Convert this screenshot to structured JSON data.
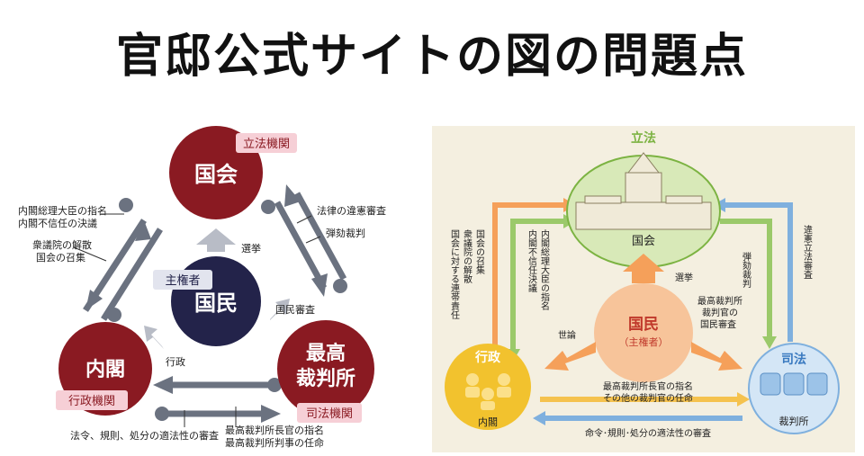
{
  "title": "官邸公式サイトの図の問題点",
  "left": {
    "kokkai": {
      "name": "国会",
      "tag": "立法機関"
    },
    "naikaku": {
      "name": "内閣",
      "tag": "行政機関"
    },
    "saibansho": {
      "name_line1": "最高",
      "name_line2": "裁判所",
      "tag": "司法機関"
    },
    "kokumin": {
      "name": "国民",
      "tag": "主権者"
    },
    "labels": {
      "naikaku_to_kokkai": [
        "内閣総理大臣の指名",
        "内閣不信任の決議"
      ],
      "kokkai_to_naikaku": [
        "衆議院の解散",
        "国会の召集"
      ],
      "kokkai_to_saiban": [
        "法律の違憲審査"
      ],
      "saiban_from_kokkai": [
        "弾劾裁判"
      ],
      "kokumin_to_kokkai": "選挙",
      "kokumin_to_saiban": "国民審査",
      "kokumin_to_naikaku": "行政",
      "naikaku_saiban_bottom": "法令、規則、処分の適法性の審査",
      "saiban_naikaku_bottom": [
        "最高裁判所長官の指名",
        "最高裁判所判事の任命"
      ]
    },
    "colors": {
      "maroon": "#8a1a22",
      "navy": "#23234a",
      "gray": "#6b7280",
      "pink": "#f6cfd6"
    }
  },
  "right": {
    "rippo": {
      "label": "立法",
      "name": "国会"
    },
    "gyosei": {
      "label": "行政",
      "name": "内閣"
    },
    "shiho": {
      "label": "司法",
      "name": "裁判所"
    },
    "kokumin": {
      "name": "国民",
      "sub": "（主権者）"
    },
    "labels": {
      "left_outer": [
        "国会の召集",
        "衆議院の解散",
        "国会に対する連帯責任"
      ],
      "left_inner": [
        "内閣不信任決議",
        "内閣総理大臣の指名"
      ],
      "right_inner": "弾劾裁判",
      "right_outer": [
        "違憲立法審査"
      ],
      "senkyo": "選挙",
      "yoron": "世論",
      "kokumin_shinsa": [
        "最高裁判所",
        "裁判官の",
        "国民審査"
      ],
      "center_bottom": [
        "最高裁判所長官の指名",
        "その他の裁判官の任命"
      ],
      "bottom": "命令･規則･処分の適法性の審査"
    },
    "colors": {
      "green_fill": "#d8e9b8",
      "green": "#7cb342",
      "orange": "#f5a05a",
      "yellow": "#f2c22e",
      "blue": "#7fb0de",
      "blue_fill": "#d4e6f6",
      "bg": "#f4efe0"
    }
  }
}
